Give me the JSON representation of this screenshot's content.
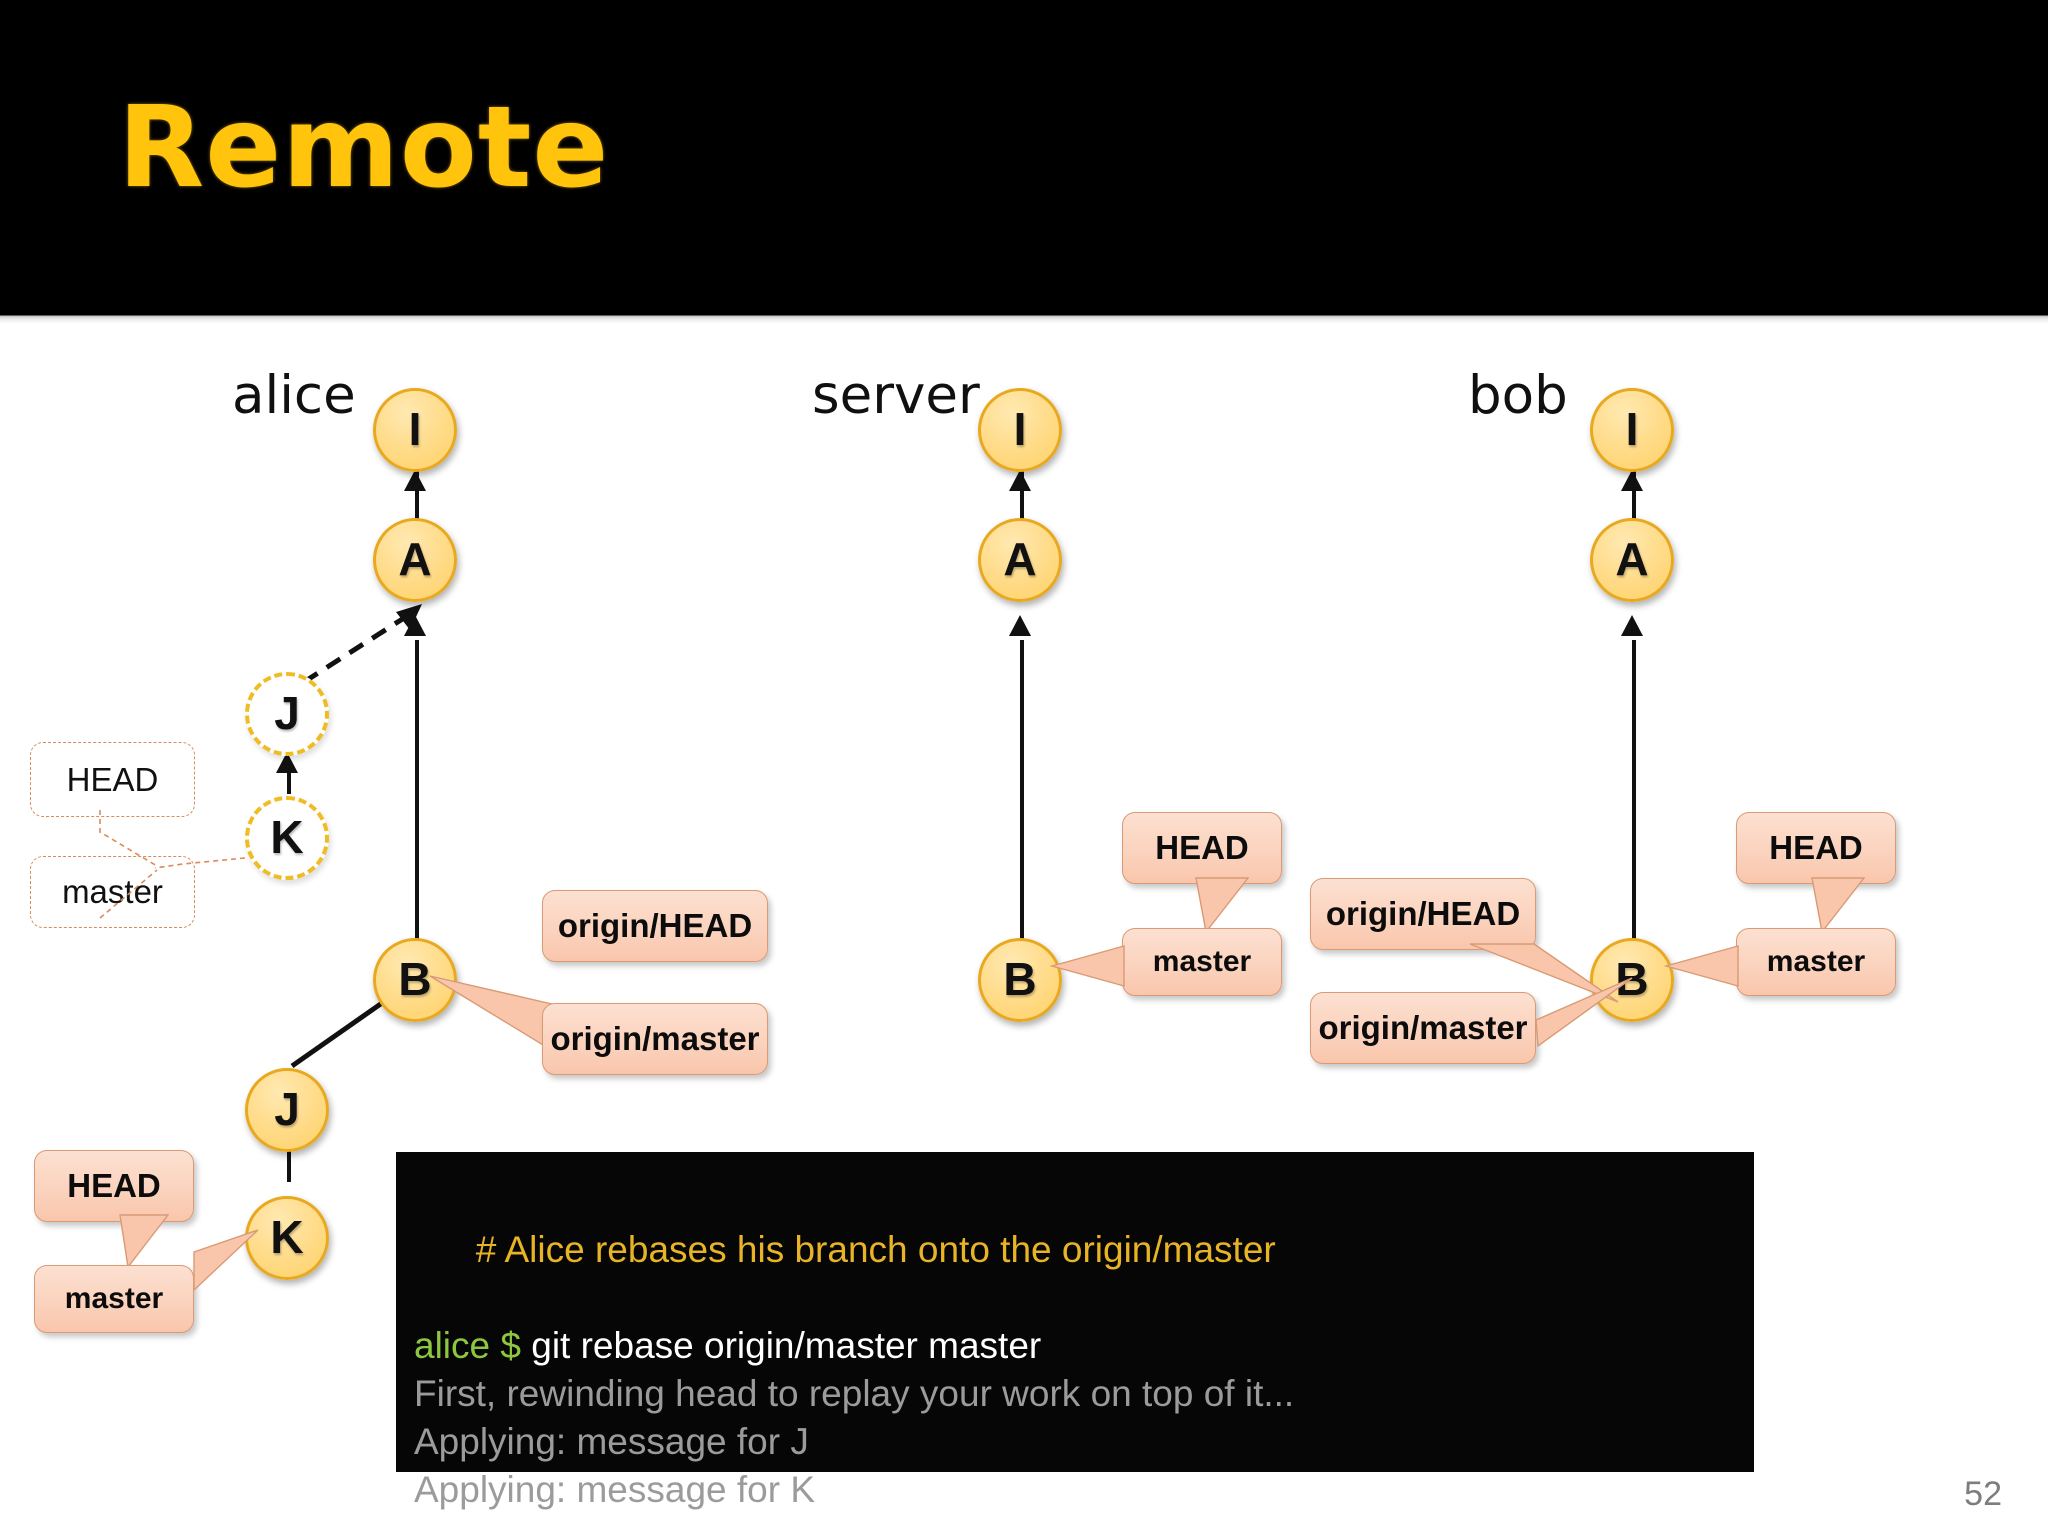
{
  "slide": {
    "title": "Remote",
    "page_number": "52",
    "title_color": "#FFC40B",
    "background": "#FFFFFF",
    "node_fill": "#FFD166",
    "node_border": "#E8A920",
    "callout_fill": "#FBD3BE",
    "callout_border": "#D99A74"
  },
  "columns": [
    {
      "id": "alice",
      "label": "alice"
    },
    {
      "id": "server",
      "label": "server"
    },
    {
      "id": "bob",
      "label": "bob"
    }
  ],
  "nodes": {
    "alice": [
      {
        "label": "I",
        "style": "solid"
      },
      {
        "label": "A",
        "style": "solid"
      },
      {
        "label": "J",
        "style": "ghost"
      },
      {
        "label": "K",
        "style": "ghost"
      },
      {
        "label": "B",
        "style": "solid"
      },
      {
        "label": "J",
        "style": "solid"
      },
      {
        "label": "K",
        "style": "solid"
      }
    ],
    "server": [
      {
        "label": "I",
        "style": "solid"
      },
      {
        "label": "A",
        "style": "solid"
      },
      {
        "label": "B",
        "style": "solid"
      }
    ],
    "bob": [
      {
        "label": "I",
        "style": "solid"
      },
      {
        "label": "A",
        "style": "solid"
      },
      {
        "label": "B",
        "style": "solid"
      }
    ]
  },
  "callouts": {
    "alice_ghost_head": "HEAD",
    "alice_ghost_master": "master",
    "alice_origin_head": "origin/HEAD",
    "alice_origin_master": "origin/master",
    "alice_head": "HEAD",
    "alice_master": "master",
    "server_head": "HEAD",
    "server_master": "master",
    "bob_origin_head": "origin/HEAD",
    "bob_origin_master": "origin/master",
    "bob_head": "HEAD",
    "bob_master": "master"
  },
  "terminal": {
    "comment": "# Alice rebases his branch onto the origin/master",
    "user": "alice",
    "prompt": "$",
    "command": "git rebase origin/master master",
    "output": [
      "First, rewinding head to replay your work on top of it...",
      "Applying: message for J",
      "Applying: message for K"
    ]
  }
}
